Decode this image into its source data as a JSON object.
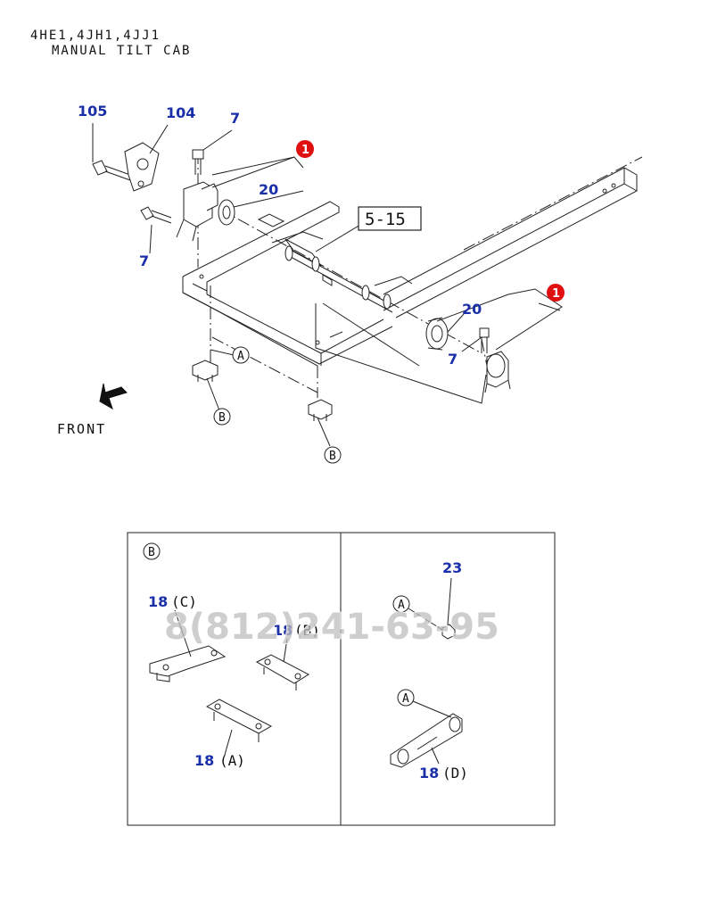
{
  "header": {
    "engines": "4HE1,4JH1,4JJ1",
    "model": "MANUAL TILT CAB"
  },
  "callouts": {
    "p105": "105",
    "p104": "104",
    "p7a": "7",
    "p7b": "7",
    "p7c": "7",
    "p20a": "20",
    "p20b": "20",
    "p1a": "1",
    "p1b": "1",
    "ref_box": "5-15",
    "circle_a": "A",
    "circle_b1": "B",
    "circle_b2": "B",
    "front": "FRONT"
  },
  "detail_panel": {
    "section_label": "B",
    "left": {
      "p18c_num": "18",
      "p18c_letter": "(C)",
      "p18b_num": "18",
      "p18b_letter": "(B)",
      "p18a_num": "18",
      "p18a_letter": "(A)"
    },
    "right": {
      "p23_num": "23",
      "circle_a1": "A",
      "circle_a2": "A",
      "p18d_num": "18",
      "p18d_letter": "(D)"
    }
  },
  "watermark": "8(812)241-63-95",
  "colors": {
    "part_number": "#1a2fa8",
    "badge": "#e01010",
    "line": "#222222"
  }
}
